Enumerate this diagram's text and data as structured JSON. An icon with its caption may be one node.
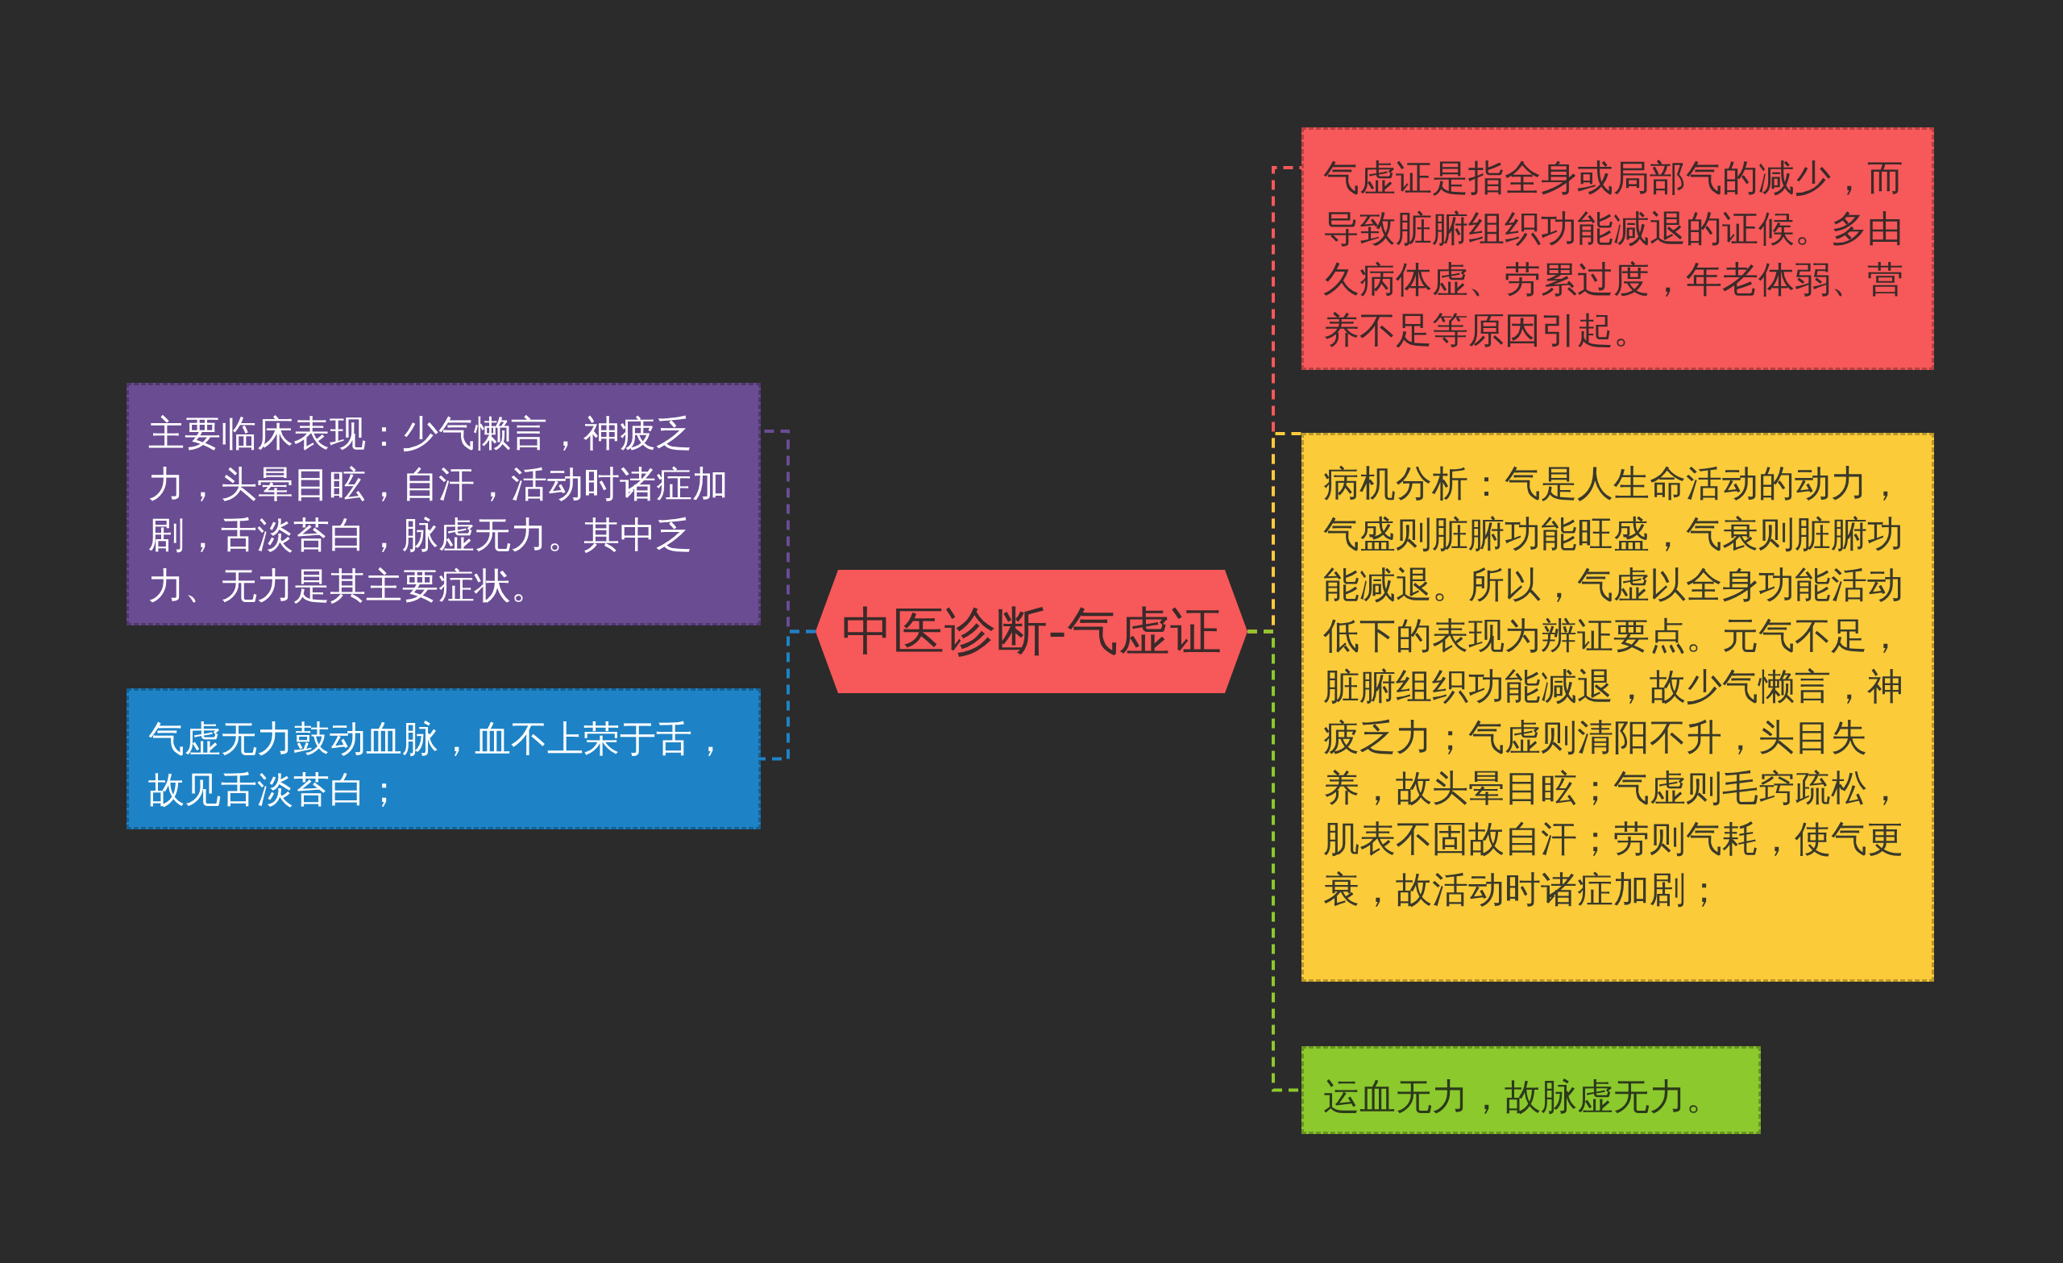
{
  "diagram": {
    "nodes": [
      {
        "text": [
          "中医诊断-气虚证"
        ]
      },
      {
        "text": [
          "主要临床表现：少气懒言，神疲乏力，头晕目眩，自汗，活动时诸症加剧，舌淡苔白，脉虚无力。其中乏力、无力是其主要症状。"
        ]
      },
      {
        "text": [
          "气虚无力鼓动血脉，血不上荣于舌，故见舌淡苔白；"
        ]
      },
      {
        "text": [
          "气虚证是指全身或局部气的减少，而导致脏腑组织功能减退的证候。多由久病体虚、劳累过度，年老体弱、营养不足等原因引起。"
        ]
      },
      {
        "text": [
          "病机分析：气是人生命活动的动力，气盛则脏腑功能旺盛，气衰则脏腑功能减退。所以，气虚以全身功能活动低下的表现为辨证要点。元气不足，脏腑组织功能减退，故少气懒言，神疲乏力；气虚则清阳不升，头目失养，故头晕目眩；气虚则毛窍疏松，肌表不固故自汗；劳则气耗，使气更衰，故活动时诸症加剧；"
        ]
      },
      {
        "text": [
          "运血无力，故脉虚无力。"
        ]
      }
    ],
    "edges": [
      {
        "from": 0,
        "to": 1,
        "arrow": "none",
        "style": "dashed",
        "color": "#6a4c93"
      },
      {
        "from": 0,
        "to": 2,
        "arrow": "none",
        "style": "dashed",
        "color": "#1e83c6"
      },
      {
        "from": 0,
        "to": 3,
        "arrow": "none",
        "style": "dashed",
        "color": "#f75859"
      },
      {
        "from": 0,
        "to": 4,
        "arrow": "none",
        "style": "dashed",
        "color": "#fbcb3a"
      },
      {
        "from": 0,
        "to": 5,
        "arrow": "none",
        "style": "dashed",
        "color": "#8cc92d"
      }
    ]
  }
}
